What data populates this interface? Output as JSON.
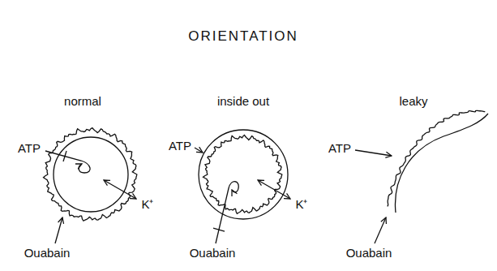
{
  "diagram": {
    "title": "ORIENTATION",
    "labels": [
      "normal",
      "inside out",
      "leaky",
      "ATP",
      "ATP",
      "ATP",
      "K⁺",
      "K⁺",
      "Ouabain",
      "Ouabain",
      "Ouabain"
    ]
  }
}
